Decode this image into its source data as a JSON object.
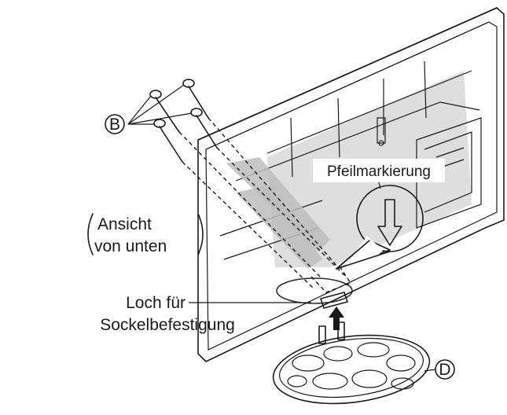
{
  "labels": {
    "screws": "B",
    "stand": "D",
    "arrow_marking": "Pfeilmarkierung",
    "view_line1": "Ansicht",
    "view_line2": "von unten",
    "hole_line1": "Loch für",
    "hole_line2": "Sockelbefestigung"
  },
  "colors": {
    "line": "#1a1a1a",
    "panel": "#c9c9c9",
    "panel_light": "#dedede",
    "stand": "#9a9a9a",
    "stand_cutout": "#d9d9d9",
    "background": "#ffffff"
  }
}
